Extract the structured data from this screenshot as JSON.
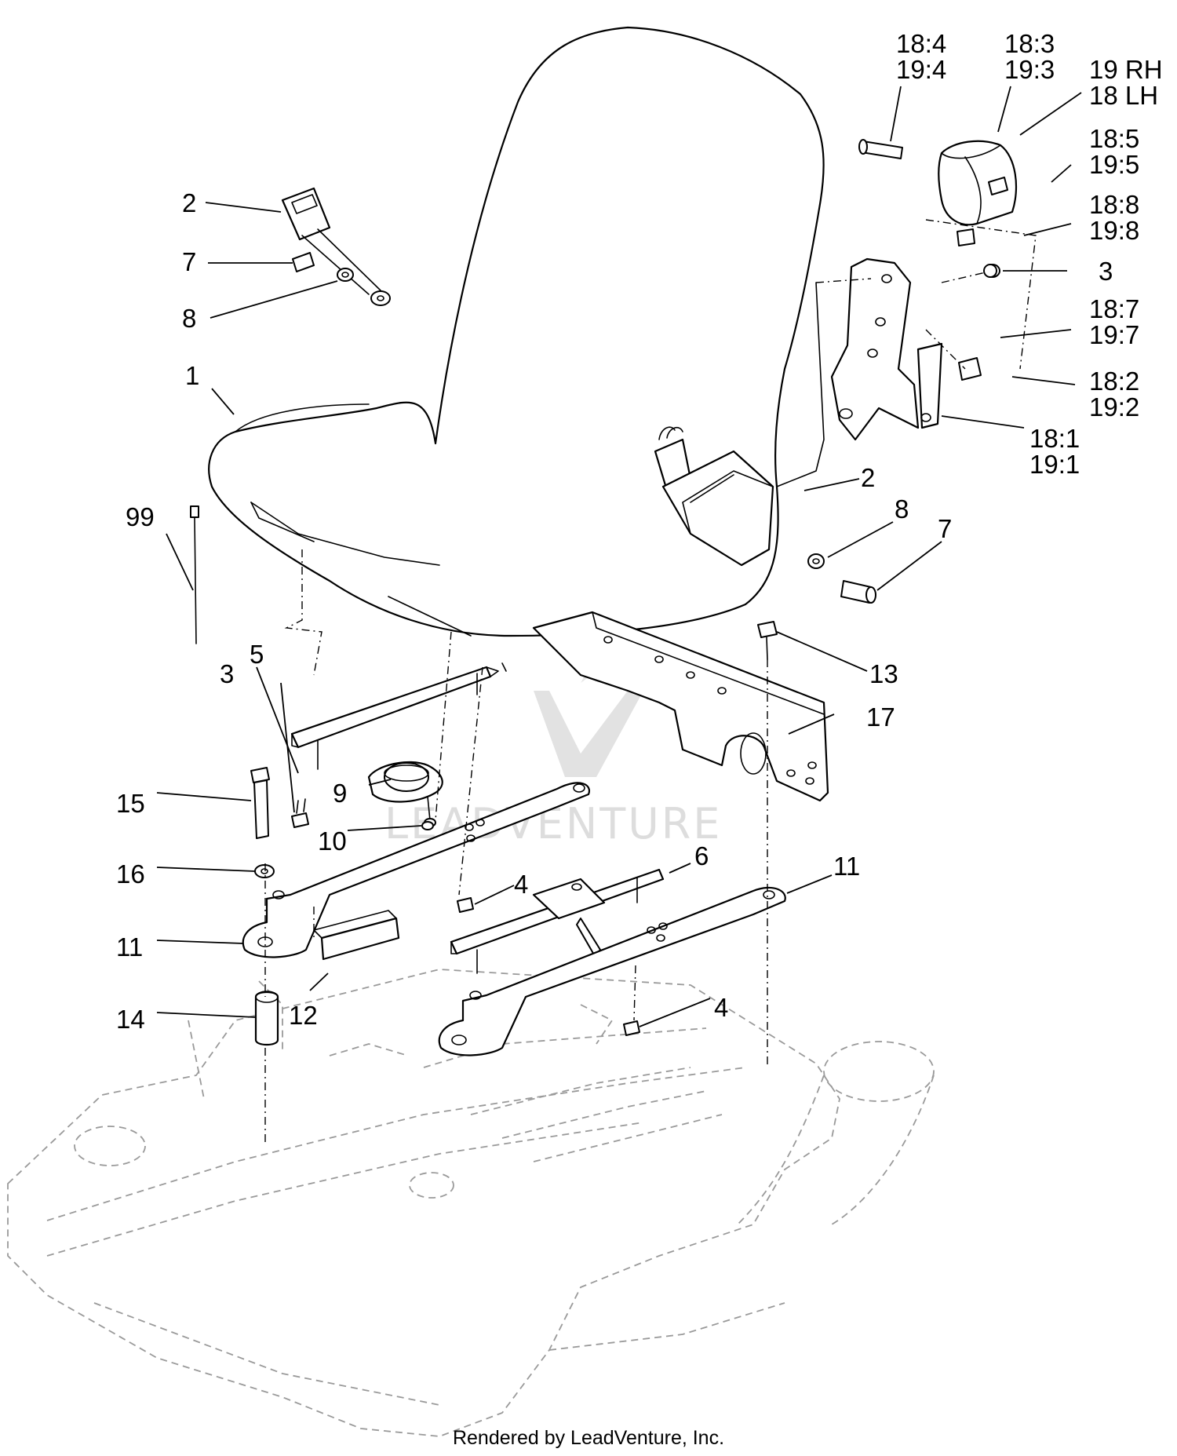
{
  "watermark": "LEADVENTURE",
  "footer": "Rendered by LeadVenture, Inc.",
  "callouts": {
    "c1": "1",
    "c2_left": "2",
    "c2_right": "2",
    "c3_left": "3",
    "c3_right": "3",
    "c4_top": "4",
    "c4_bottom": "4",
    "c5": "5",
    "c6": "6",
    "c7_left": "7",
    "c7_right": "7",
    "c8_left": "8",
    "c8_right": "8",
    "c9": "9",
    "c10": "10",
    "c11_left": "11",
    "c11_right": "11",
    "c12": "12",
    "c13": "13",
    "c14": "14",
    "c15": "15",
    "c16": "16",
    "c17": "17",
    "c99": "99",
    "c18_4": "18:4",
    "c19_4": "19:4",
    "c18_3": "18:3",
    "c19_3": "19:3",
    "c19rh": "19 RH",
    "c18lh": "18 LH",
    "c18_5": "18:5",
    "c19_5": "19:5",
    "c18_8": "18:8",
    "c19_8": "19:8",
    "c18_7": "18:7",
    "c19_7": "19:7",
    "c18_2": "18:2",
    "c19_2": "19:2",
    "c18_1": "18:1",
    "c19_1": "19:1"
  }
}
